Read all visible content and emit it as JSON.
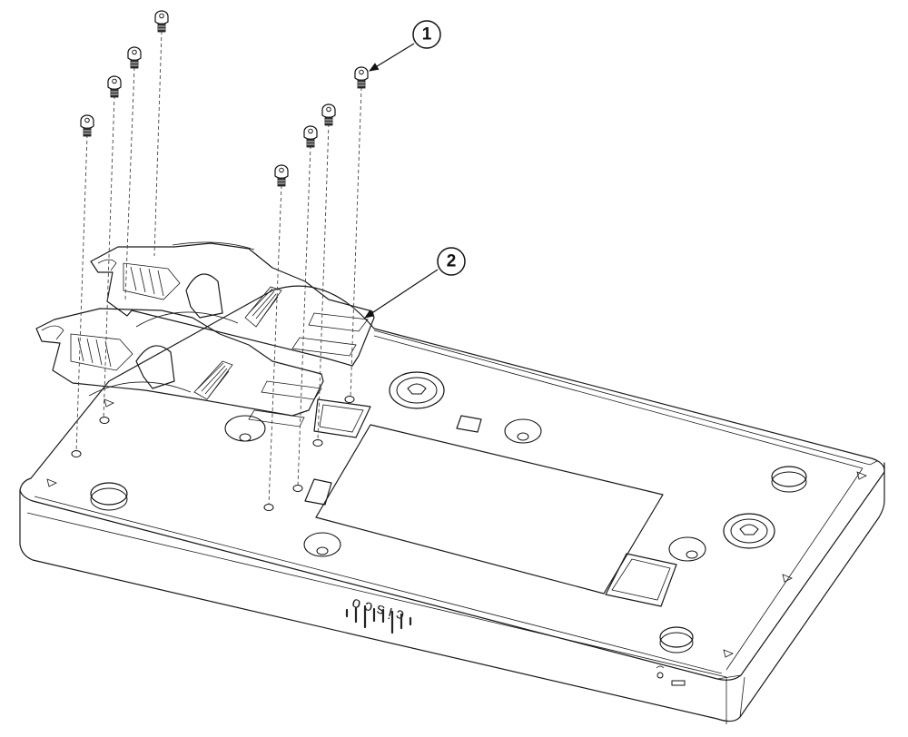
{
  "callouts": [
    {
      "label": "1"
    },
    {
      "label": "2"
    }
  ],
  "device": {
    "brand_text": "cisco"
  }
}
